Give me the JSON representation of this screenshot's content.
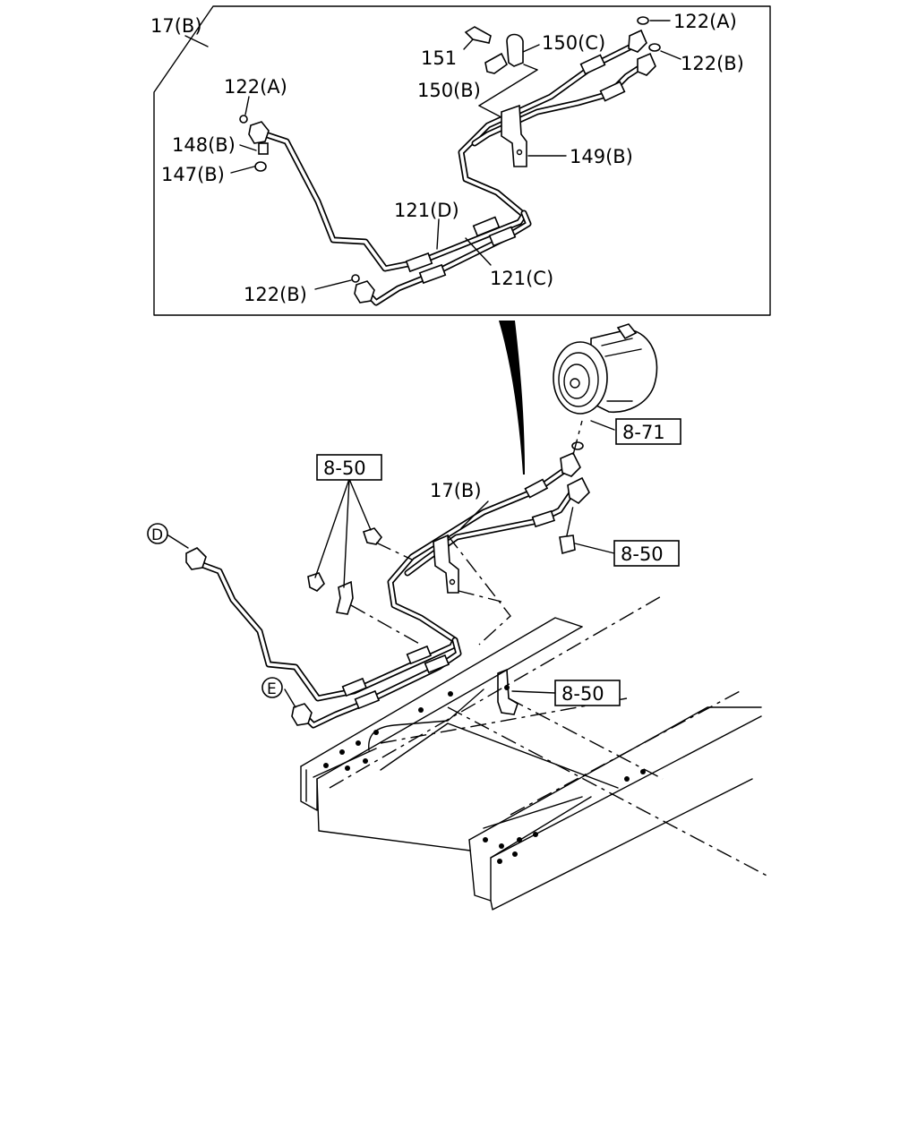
{
  "inset": {
    "corner_label": "17(B)",
    "callouts": {
      "c122a_top": "122(A)",
      "c122a_left": "122(A)",
      "c122b_right": "122(B)",
      "c122b_bottom": "122(B)",
      "c151": "151",
      "c150c": "150(C)",
      "c150b": "150(B)",
      "c148b": "148(B)",
      "c147b": "147(B)",
      "c149b": "149(B)",
      "c121d": "121(D)",
      "c121c": "121(C)"
    }
  },
  "main": {
    "callouts": {
      "hose_assembly": "17(B)",
      "compressor_ref": "8-71",
      "bolt_ref_left": "8-50",
      "bolt_ref_right": "8-50",
      "bracket_ref": "8-50",
      "connection_d": "D",
      "connection_e": "E"
    }
  }
}
